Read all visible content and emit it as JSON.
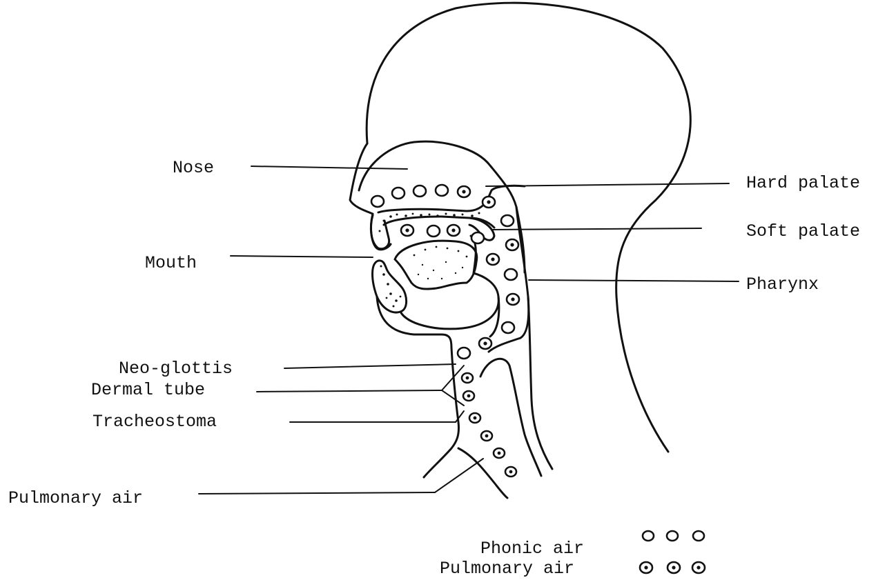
{
  "labels": {
    "nose": "Nose",
    "mouth": "Mouth",
    "neo_glottis": "Neo-glottis",
    "dermal_tube": "Dermal tube",
    "tracheostoma": "Tracheostoma",
    "pulmonary_air": "Pulmonary air",
    "hard_palate": "Hard palate",
    "soft_palate": "Soft palate",
    "pharynx": "Pharynx"
  },
  "legend": {
    "phonic_air": "Phonic air",
    "pulmonary_air": "Pulmonary air"
  }
}
